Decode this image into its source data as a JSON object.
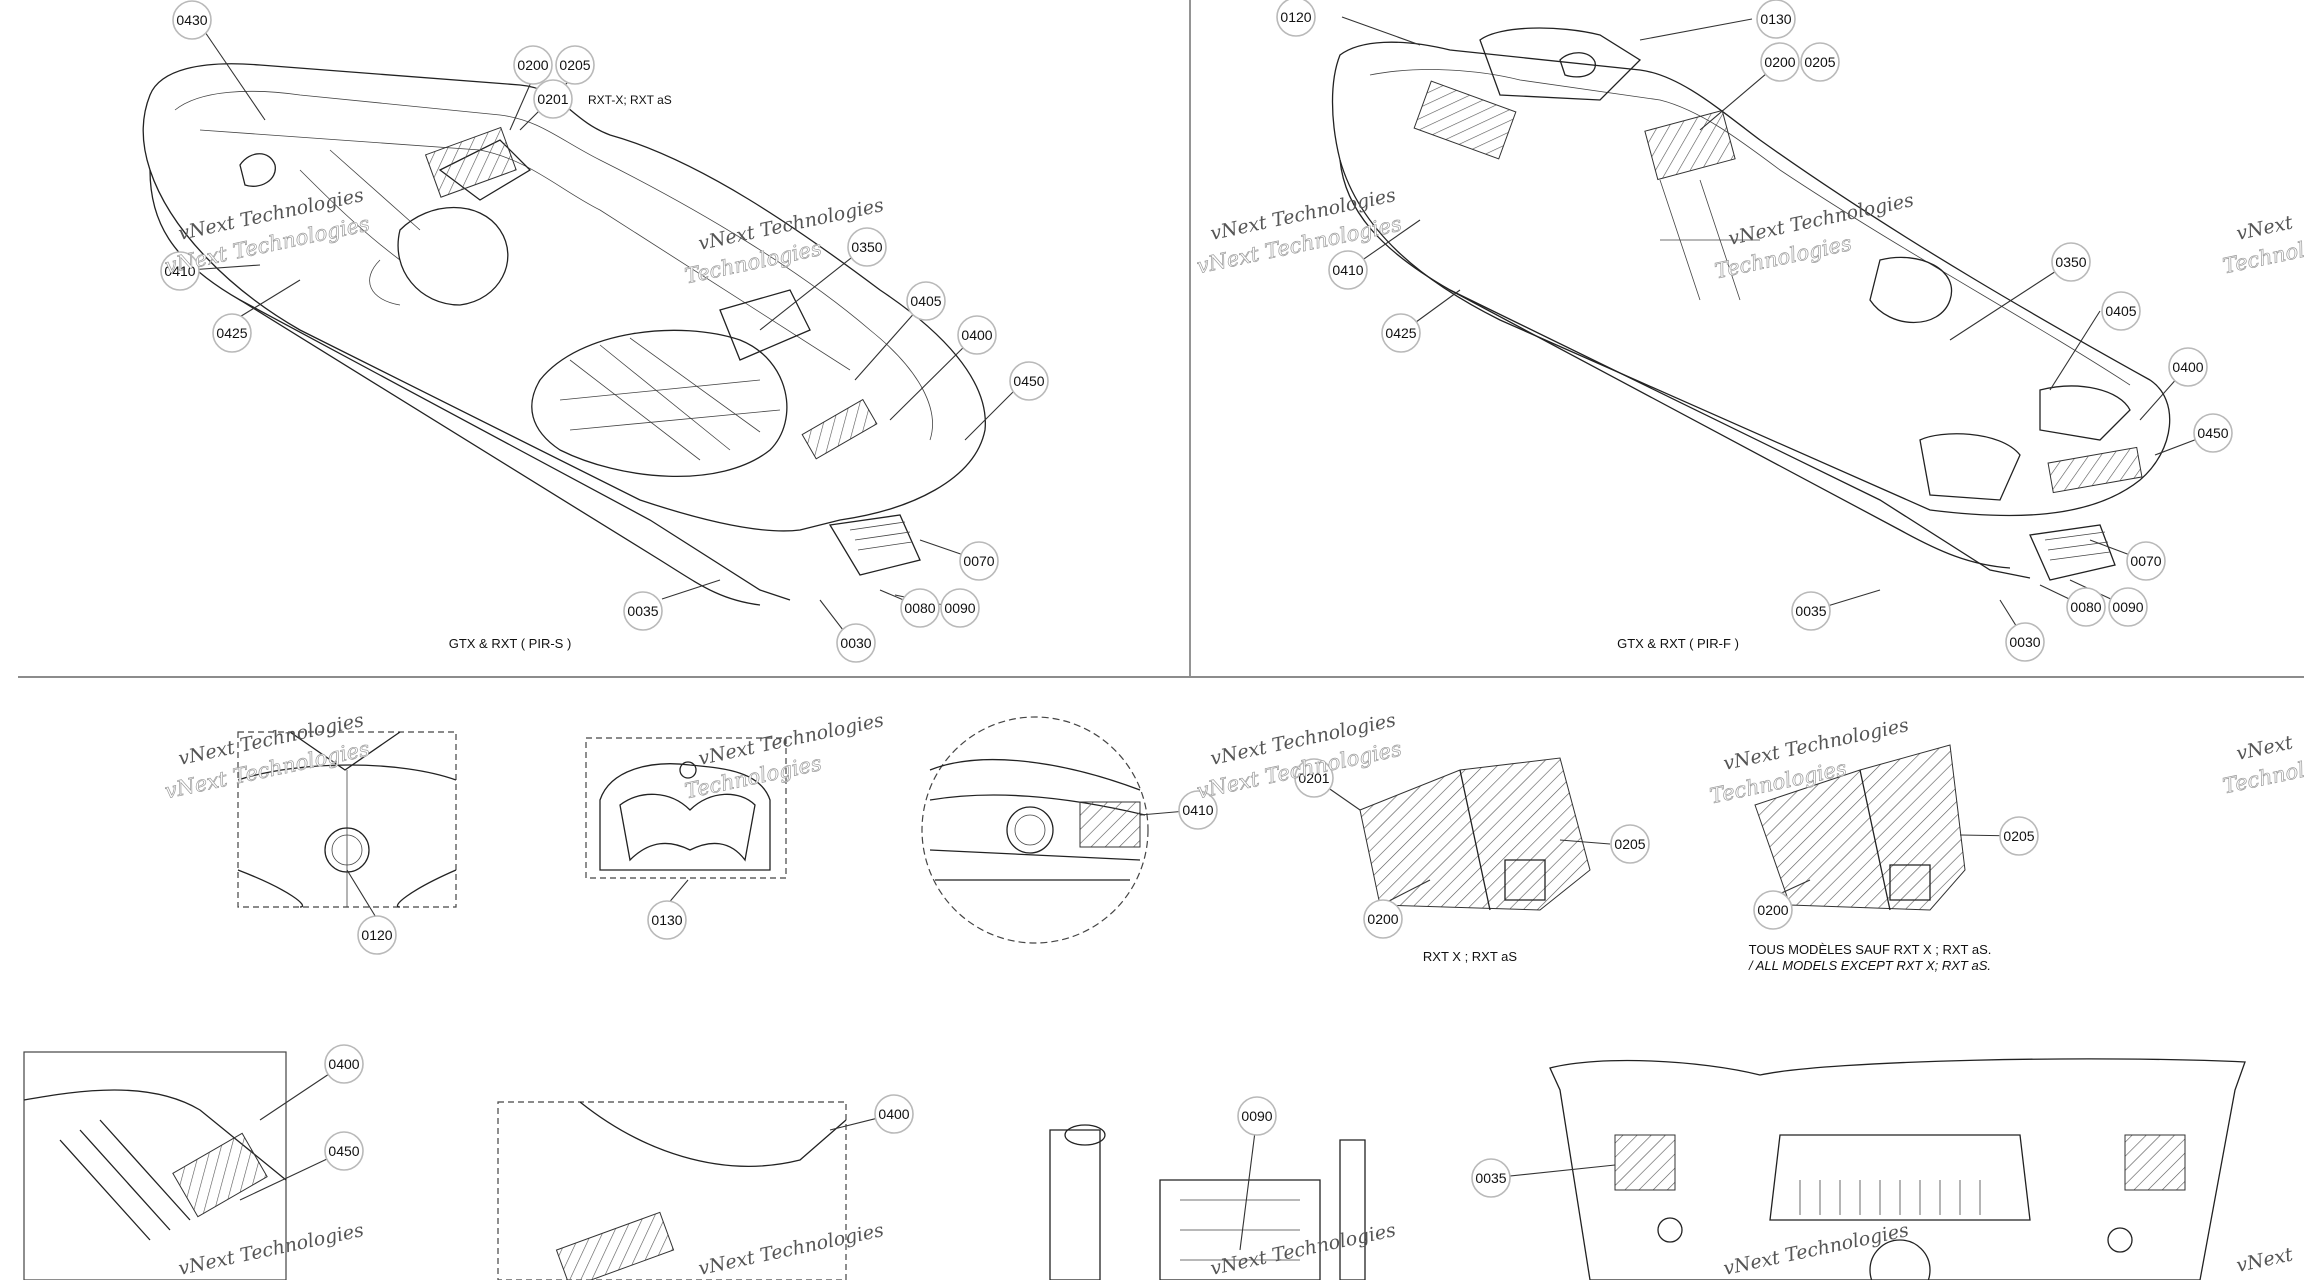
{
  "watermark": {
    "line1": "vNext Technologies",
    "line2": "Technologies",
    "line3": "vNext"
  },
  "captions": {
    "view_a": "GTX & RXT ( PIR-S )",
    "view_b": "GTX & RXT ( PIR-F )",
    "rxt_note": "RXT-X; RXT aS",
    "detail_rxt": "RXT X ; RXT aS",
    "detail_all_fr": "TOUS MODÈLES SAUF RXT X ; RXT aS.",
    "detail_all_en": "/ ALL MODELS EXCEPT RXT X; RXT aS."
  },
  "callouts": {
    "a0430": "0430",
    "a0200": "0200",
    "a0205": "0205",
    "a0201": "0201",
    "a0410": "0410",
    "a0425": "0425",
    "a0350": "0350",
    "a0405": "0405",
    "a0400": "0400",
    "a0450": "0450",
    "a0070": "0070",
    "a0035": "0035",
    "a0080": "0080",
    "a0090": "0090",
    "a0030": "0030",
    "b0120": "0120",
    "b0130": "0130",
    "b0200": "0200",
    "b0205": "0205",
    "b0410": "0410",
    "b0425": "0425",
    "b0350": "0350",
    "b0405": "0405",
    "b0400": "0400",
    "b0450": "0450",
    "b0070": "0070",
    "b0035": "0035",
    "b0080": "0080",
    "b0090": "0090",
    "b0030": "0030",
    "c0120": "0120",
    "c0130": "0130",
    "c0410": "0410",
    "c0201": "0201",
    "c0205": "0205",
    "c0200": "0200",
    "d0205": "0205",
    "d0200": "0200",
    "e0400": "0400",
    "e0450": "0450",
    "f0400": "0400",
    "g0090": "0090",
    "h0035": "0035"
  }
}
